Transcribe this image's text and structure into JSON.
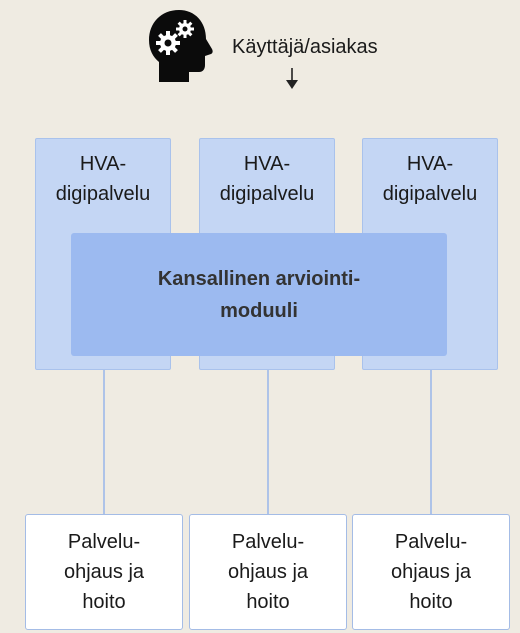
{
  "user": {
    "label": "Käyttäjä/asiakas",
    "icon": "user-head-gears-icon"
  },
  "services": [
    {
      "label": "HVA-\ndigipalvelu"
    },
    {
      "label": "HVA-\ndigipalvelu"
    },
    {
      "label": "HVA-\ndigipalvelu"
    }
  ],
  "module": {
    "label": "Kansallinen arviointi-\nmoduuli"
  },
  "endpoints": [
    {
      "label": "Palvelu-\nohjaus ja\nhoito"
    },
    {
      "label": "Palvelu-\nohjaus ja\nhoito"
    },
    {
      "label": "Palvelu-\nohjaus ja\nhoito"
    }
  ],
  "colors": {
    "background": "#efebe2",
    "service_fill": "#c4d6f4",
    "module_fill": "#9cbaf0",
    "connector": "#aec3e8"
  }
}
